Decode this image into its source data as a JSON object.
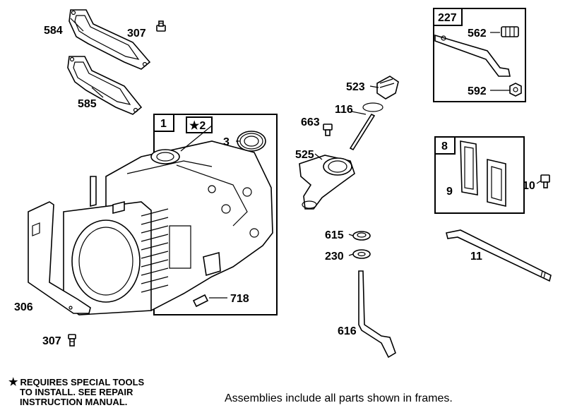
{
  "callouts": {
    "p584": "584",
    "p307a": "307",
    "p585": "585",
    "p1": "1",
    "p2": "★2",
    "p3": "3",
    "p306": "306",
    "p307b": "307",
    "p718": "718",
    "p523": "523",
    "p116": "116",
    "p663": "663",
    "p525": "525",
    "p615": "615",
    "p230": "230",
    "p616": "616",
    "p227": "227",
    "p562": "562",
    "p592": "592",
    "p8": "8",
    "p9": "9",
    "p10": "10",
    "p11": "11"
  },
  "note": {
    "star": "★",
    "line1": "REQUIRES SPECIAL TOOLS",
    "line2": "TO INSTALL.  SEE REPAIR",
    "line3": "INSTRUCTION MANUAL."
  },
  "footer": "Assemblies include all parts shown in frames."
}
